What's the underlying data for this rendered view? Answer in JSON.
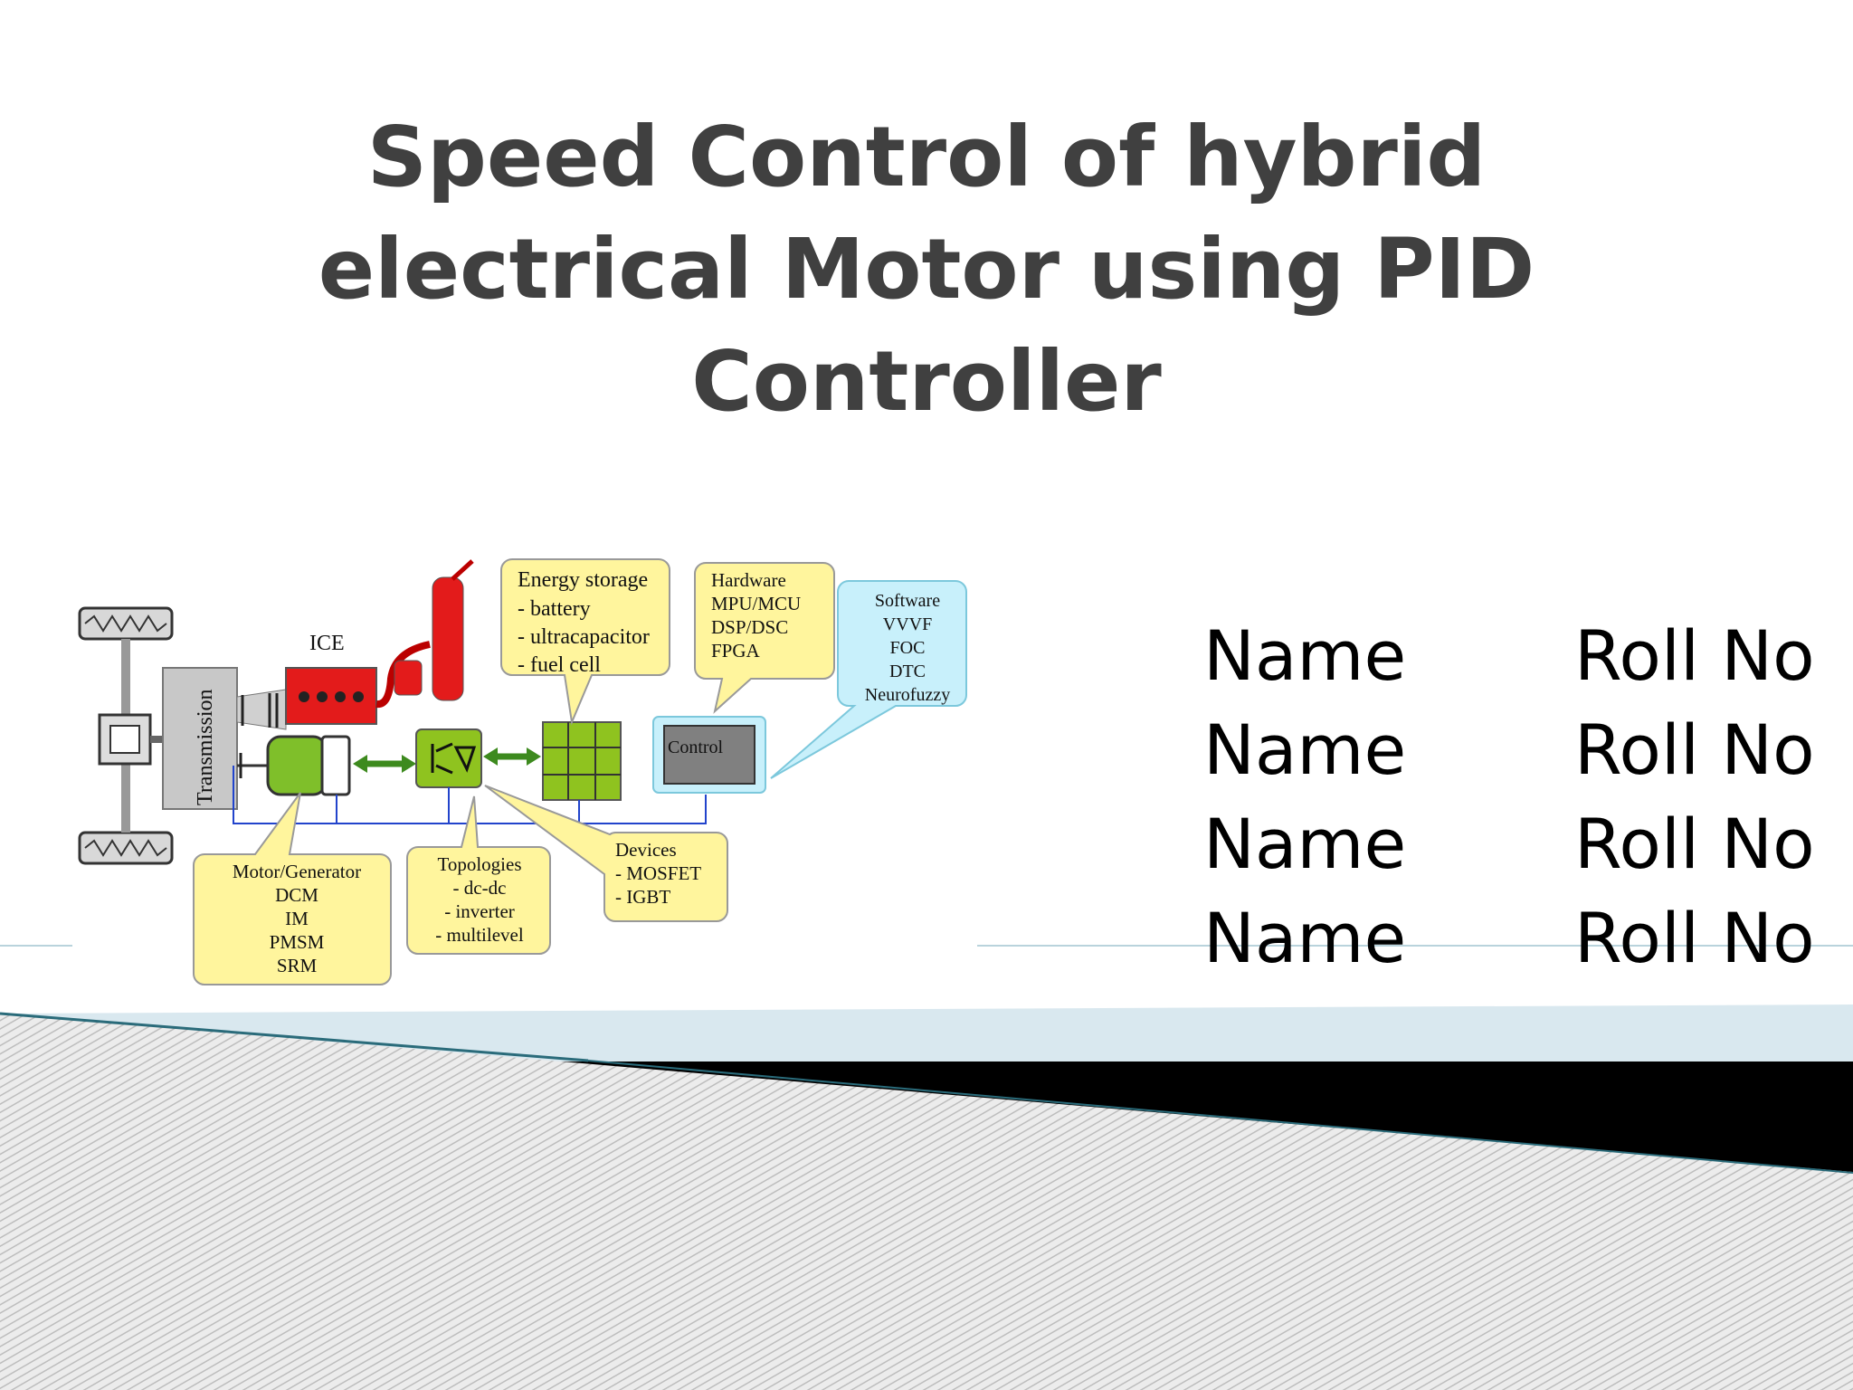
{
  "slide": {
    "title_lines": [
      "Speed Control of hybrid",
      "electrical Motor using PID",
      "Controller"
    ]
  },
  "students": [
    {
      "name": "Name",
      "roll": "Roll No"
    },
    {
      "name": "Name",
      "roll": "Roll No"
    },
    {
      "name": "Name",
      "roll": "Roll No"
    },
    {
      "name": "Name",
      "roll": "Roll No"
    }
  ],
  "diagram": {
    "ice_label": "ICE",
    "transmission_label": "Transmission",
    "control_label": "Control",
    "energy_storage": [
      "Energy storage",
      "- battery",
      "- ultracapacitor",
      "- fuel cell"
    ],
    "hardware": [
      "Hardware",
      "MPU/MCU",
      "DSP/DSC",
      "FPGA"
    ],
    "software": [
      "Software",
      "VVVF",
      "FOC",
      "DTC",
      "Neurofuzzy"
    ],
    "motor_generator": [
      "Motor/Generator",
      "DCM",
      "IM",
      "PMSM",
      "SRM"
    ],
    "topologies": [
      "Topologies",
      "- dc-dc",
      "- inverter",
      "- multilevel"
    ],
    "devices": [
      "Devices",
      "- MOSFET",
      "- IGBT"
    ]
  },
  "colors": {
    "title": "#404040",
    "callout_fill": "#fff59d",
    "callout_blue": "#c8f0fb",
    "engine_red": "#e31b1b",
    "converter_green": "#8fc31f",
    "band_dark": "#000000",
    "band_light": "#d9e8ef"
  }
}
